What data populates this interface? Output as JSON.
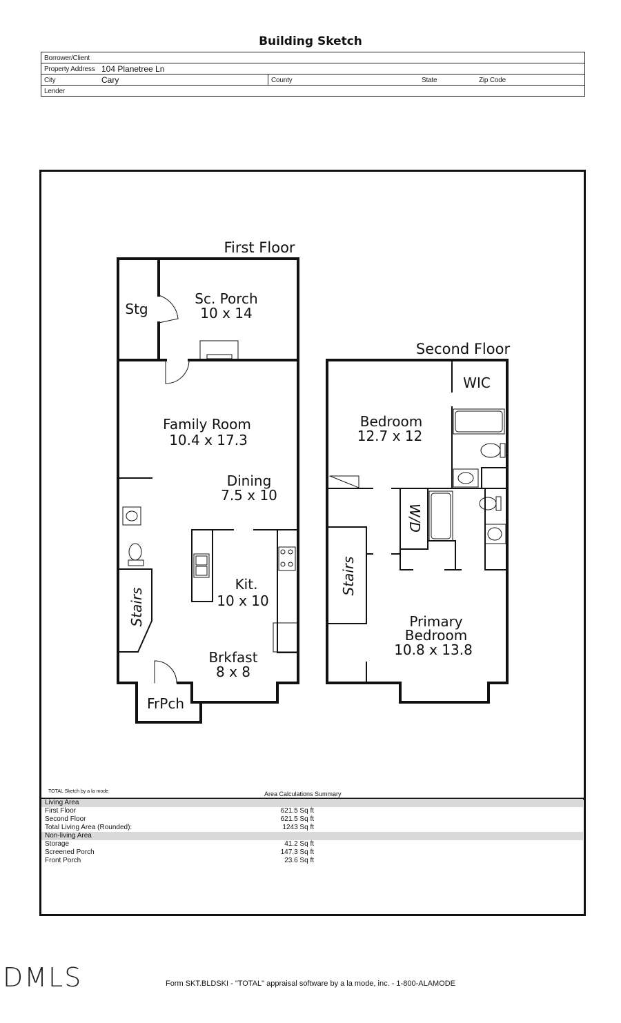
{
  "title": "Building Sketch",
  "header": {
    "borrower_label": "Borrower/Client",
    "address_label": "Property Address",
    "address_value": "104 Planetree Ln",
    "city_label": "City",
    "city_value": "Cary",
    "county_label": "County",
    "state_label": "State",
    "zip_label": "Zip Code",
    "lender_label": "Lender"
  },
  "plan": {
    "first_floor_title": "First Floor",
    "second_floor_title": "Second Floor",
    "rooms": {
      "stg": "Stg",
      "sc_porch": "Sc. Porch",
      "sc_porch_dim": "10 x 14",
      "family": "Family Room",
      "family_dim": "10.4 x 17.3",
      "dining": "Dining",
      "dining_dim": "7.5 x 10",
      "kit": "Kit.",
      "kit_dim": "10 x 10",
      "brkfast": "Brkfast",
      "brkfast_dim": "8 x 8",
      "stairs1": "Stairs",
      "frpch": "FrPch",
      "wic": "WIC",
      "bedroom": "Bedroom",
      "bedroom_dim": "12.7 x 12",
      "wd": "W/D",
      "stairs2": "Stairs",
      "primary1": "Primary",
      "primary2": "Bedroom",
      "primary_dim": "10.8 x 13.8"
    }
  },
  "summary": {
    "credit": "TOTAL Sketch by a la mode",
    "heading": "Area Calculations Summary",
    "rows": [
      {
        "label": "Living Area",
        "value": "",
        "band": true
      },
      {
        "label": "First Floor",
        "value": "621.5 Sq ft",
        "band": false
      },
      {
        "label": "Second Floor",
        "value": "621.5 Sq ft",
        "band": false
      },
      {
        "label": "Total Living Area (Rounded):",
        "value": "1243 Sq ft",
        "band": false
      },
      {
        "label": "Non-living Area",
        "value": "",
        "band": true
      },
      {
        "label": "Storage",
        "value": "41.2 Sq ft",
        "band": false
      },
      {
        "label": "Screened Porch",
        "value": "147.3 Sq ft",
        "band": false
      },
      {
        "label": "Front Porch",
        "value": "23.6 Sq ft",
        "band": false
      }
    ]
  },
  "footer": "Form SKT.BLDSKI - \"TOTAL\" appraisal software by a la mode, inc. - 1-800-ALAMODE",
  "logo": "DMLS"
}
